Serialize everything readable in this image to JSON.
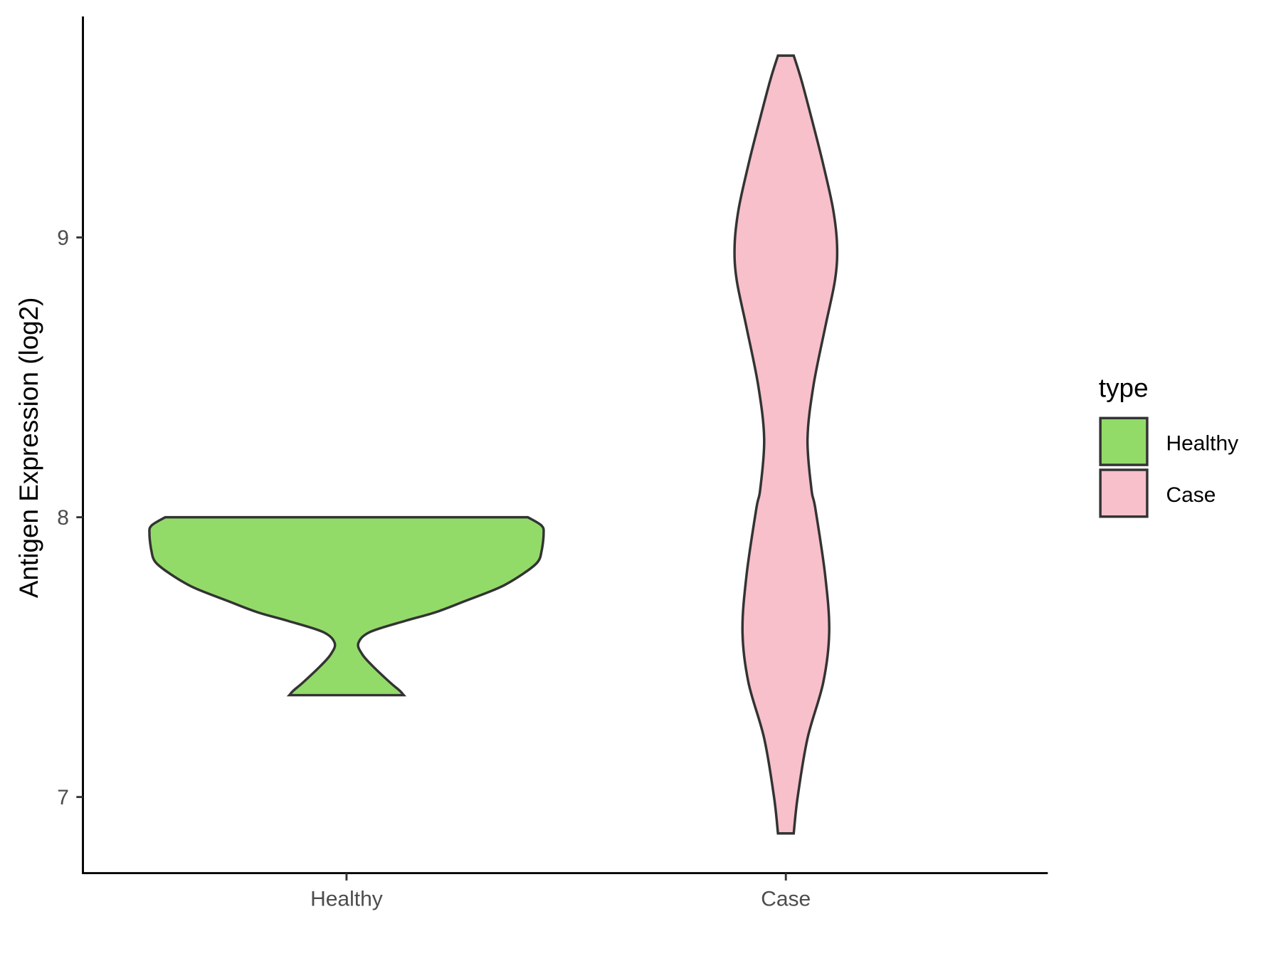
{
  "chart_data": {
    "type": "violin",
    "title": "",
    "xlabel": "",
    "ylabel": "Antigen Expression (log2)",
    "ylim": [
      6.728,
      9.79
    ],
    "yticks": [
      7,
      8,
      9
    ],
    "ytick_labels": [
      "7",
      "8",
      "9"
    ],
    "categories": [
      "Healthy",
      "Case"
    ],
    "grid": false,
    "legend": {
      "title": "type",
      "placement": "right",
      "entries": [
        "Healthy",
        "Case"
      ]
    },
    "series": [
      {
        "name": "Healthy",
        "color": "#93DB69",
        "range": [
          7.364,
          8.0
        ],
        "density_profile": [
          [
            8.0,
            0.92
          ],
          [
            7.97,
            0.99
          ],
          [
            7.94,
            1.0
          ],
          [
            7.88,
            0.99
          ],
          [
            7.84,
            0.97
          ],
          [
            7.8,
            0.9
          ],
          [
            7.75,
            0.78
          ],
          [
            7.7,
            0.6
          ],
          [
            7.66,
            0.45
          ],
          [
            7.63,
            0.3
          ],
          [
            7.59,
            0.12
          ],
          [
            7.55,
            0.06
          ],
          [
            7.51,
            0.08
          ],
          [
            7.47,
            0.13
          ],
          [
            7.41,
            0.22
          ],
          [
            7.38,
            0.27
          ],
          [
            7.364,
            0.29
          ]
        ]
      },
      {
        "name": "Case",
        "color": "#F7C0CB",
        "range": [
          6.87,
          9.65
        ],
        "density_profile": [
          [
            9.65,
            0.04
          ],
          [
            9.56,
            0.08
          ],
          [
            9.4,
            0.14
          ],
          [
            9.26,
            0.19
          ],
          [
            9.1,
            0.24
          ],
          [
            8.97,
            0.26
          ],
          [
            8.85,
            0.25
          ],
          [
            8.68,
            0.2
          ],
          [
            8.47,
            0.14
          ],
          [
            8.28,
            0.11
          ],
          [
            8.1,
            0.13
          ],
          [
            8.03,
            0.15
          ],
          [
            7.79,
            0.2
          ],
          [
            7.59,
            0.22
          ],
          [
            7.41,
            0.19
          ],
          [
            7.21,
            0.11
          ],
          [
            7.0,
            0.06
          ],
          [
            6.87,
            0.04
          ]
        ]
      }
    ]
  }
}
